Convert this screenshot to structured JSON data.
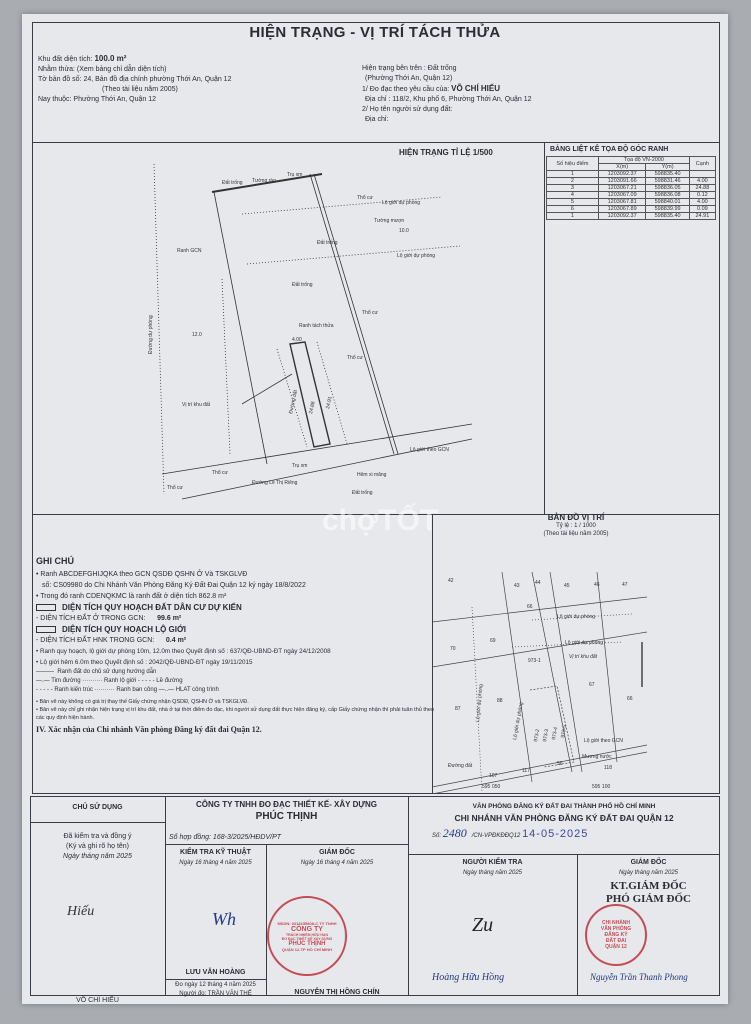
{
  "header": {
    "title": "HIỆN TRẠNG - VỊ TRÍ TÁCH THỬA",
    "left": [
      "Khu đất diện tích: ",
      "100.0 m²",
      "Nhằm thửa: (Xem bảng chỉ dẫn diện tích)",
      "Tờ bản đồ số: 24, Bản đồ địa chính phường Thới An, Quận 12",
      "(Theo tài liệu năm 2005)",
      "Nay thuộc: Phường Thới An, Quận 12"
    ],
    "right": [
      "Hiện trạng bên trên : Đất trống",
      "(Phường Thới An, Quận 12)",
      "1/ Đo đạc theo yêu cầu của: ",
      "VÕ CHÍ HIẾU",
      "Địa chỉ : 118/2, Khu phố 6, Phường Thới An, Quận 12",
      "2/ Họ tên người sử dụng đất:",
      "Địa chỉ:"
    ]
  },
  "main_map": {
    "title": "HIỆN TRẠNG TỈ LỆ 1/500",
    "labels": [
      "Tường rào",
      "Trụ xm",
      "Đất trống",
      "Thổ cư",
      "Lộ giới dự phòng",
      "Tường mượn",
      "Ranh GCN",
      "Đất trống",
      "Lộ giới dự phòng",
      "Đất trống",
      "Ranh tách thửa",
      "12.0",
      "10.0",
      "Vị trí khu đất",
      "Lộ giới theo GCN",
      "Hẻm xi măng",
      "Đường Lê Thị Riêng",
      "Đường dự phòng",
      "Trụ xm",
      "4.00",
      "24.88",
      "24.91",
      "Đường đất",
      "Đất trống",
      "Thổ cư"
    ]
  },
  "coord_table": {
    "title": "BẢNG LIỆT KÊ TỌA ĐỘ GÓC RANH",
    "headers": {
      "point": "Số hiệu điểm",
      "system": "Tọa độ VN-2000",
      "x": "X(m)",
      "y": "Y(m)",
      "edge": "Cạnh"
    },
    "rows": [
      [
        "1",
        "1203092.37",
        "598835.40",
        ""
      ],
      [
        "2",
        "1203091.66",
        "598831.46",
        "4.00"
      ],
      [
        "3",
        "1203067.21",
        "598836.05",
        "24.88"
      ],
      [
        "4",
        "1203067.09",
        "598836.08",
        "0.12"
      ],
      [
        "5",
        "1203067.81",
        "598840.01",
        "4.00"
      ],
      [
        "6",
        "1203067.89",
        "598839.99",
        "0.09"
      ],
      [
        "1",
        "1203092.37",
        "598835.40",
        "24.91"
      ]
    ]
  },
  "notes": {
    "heading": "GHI CHÚ",
    "line1": "• Ranh ABCDEFGHIJQKA theo GCN QSDĐ QSHN Ở Và TSKGLVĐ",
    "line2": "số: CS09980 do Chi Nhánh Văn Phòng Đăng Ký Đất Đai Quận 12 ký ngày 18/8/2022",
    "line3": "• Trong đó ranh CDENQKMC là ranh đất ở diện tích 862.8 m²",
    "legend1": "DIỆN TÍCH QUY HOẠCH ĐẤT DÂN CƯ DỰ KIẾN",
    "area1_label": "- DIỆN TÍCH ĐẤT Ở TRONG GCN:",
    "area1_value": "99.6 m²",
    "legend2": "DIỆN TÍCH QUY HOẠCH LỘ GIỚI",
    "area2_label": "- DIỆN TÍCH ĐẤT HNK TRONG GCN:",
    "area2_value": "0.4 m²",
    "line4": "• Ranh quy hoạch, lộ giới dự phòng 10m, 12.0m theo Quyết định số : 637/QĐ-UBND-ĐT ngày 24/12/2008",
    "line5": "• Lộ giới hẻm 6.0m theo Quyết định số : 2042/QĐ-UBND-ĐT ngày 19/11/2015",
    "leg_a": "Ranh đất do chủ sử dụng hướng dẫn",
    "leg_b": "Tim đường",
    "leg_c": "Ranh lộ giới",
    "leg_d": "Lề đường",
    "leg_e": "Ranh kiến trúc",
    "leg_f": "Ranh ban công",
    "leg_g": "HLAT công trình",
    "line6": "• Bản vẽ này không có giá trị thay thế Giấy chứng nhận QSDĐ, QSHN Ở và TSKGLVĐ.",
    "line7": "• Bản vẽ này chỉ ghi nhận hiện trạng vị trí khu đất, nhà ở tại thời điểm đo đạc, khi người sử dụng đất thực hiện đăng ký, cấp Giấy chứng nhận thì phải tuân thủ theo các quy định hiện hành.",
    "section4": "IV. Xác nhận của Chi nhánh Văn phòng Đăng ký đất đai Quận 12."
  },
  "location_map": {
    "title": "BẢN ĐỒ VỊ TRÍ",
    "scale": "Tỷ lệ : 1 / 1000",
    "source": "(Theo tài liệu năm 2005)",
    "parcels": [
      "42",
      "43",
      "44",
      "45",
      "46",
      "47",
      "66",
      "70",
      "69",
      "973-1",
      "67",
      "66",
      "87",
      "88",
      "117",
      "118",
      "107",
      "56",
      "973-2",
      "973-3",
      "973-4",
      "973-5"
    ],
    "labels": [
      "Lộ giới dự phòng",
      "Lộ giới dự phòng",
      "Vị trí khu đất",
      "Lộ giới theo GCN",
      "Mương nước",
      "Đường đất",
      "Lộ giới dự phòng",
      "Lộ giới dự phòng"
    ],
    "grid": [
      "1201",
      "700",
      "1201",
      "650",
      "595",
      "050",
      "595",
      "100"
    ]
  },
  "owner": {
    "title": "CHỦ SỬ DỤNG",
    "line1": "Đã kiểm tra và đồng ý",
    "line2": "(Ký và ghi rõ họ tên)",
    "date": "Ngày      tháng      năm 2025",
    "signature": "Hiếu",
    "name": "VÕ CHÍ HIẾU"
  },
  "company": {
    "name1": "CÔNG TY TNHH ĐO ĐẠC THIẾT KẾ- XÂY DỰNG",
    "name2": "PHÚC THỊNH",
    "contract": "Số hợp đồng: 168-3/2025/HĐDV/PT",
    "tech_title": "KIỂM TRA KỸ THUẬT",
    "tech_date": "Ngày  16  tháng  4  năm 2025",
    "tech_name": "LƯU VĂN HOÀNG",
    "dir_title": "GIÁM ĐỐC",
    "dir_date": "Ngày 16  tháng  4  năm 2025",
    "dir_name": "NGUYỄN THỊ HỒNG CHÍN",
    "survey_date": "Đo ngày 12  tháng 4  năm 2025",
    "surveyor": "Người đo: TRẦN VĂN THẾ",
    "stamp": [
      "MSDN: 0313155808-C.TY TNHH",
      "CÔNG TY",
      "TRÁCH NHIỆM HỮU HẠN",
      "ĐO ĐẠC THIẾT KẾ XÂY DỰNG",
      "PHÚC THỊNH",
      "QUẬN 12-TP HỒ CHÍ MINH"
    ]
  },
  "office": {
    "name1": "VĂN PHÒNG ĐĂNG KÝ ĐẤT ĐAI THÀNH PHỐ HỒ CHÍ MINH",
    "name2": "CHI NHÁNH VĂN PHÒNG ĐĂNG KÝ ĐẤT ĐAI QUẬN 12",
    "no_label": "Số:",
    "no_value": "2480",
    "code": "/CN-VPĐKĐĐQ12",
    "date": "14-05-2025",
    "checker_title": "NGƯỜI KIỂM TRA",
    "checker_date": "Ngày      tháng      năm 2025",
    "checker_name": "Hoàng Hữu Hồng",
    "dir_title": "GIÁM ĐỐC",
    "dir_date": "Ngày      tháng      năm 2025",
    "kt": "KT.GIÁM ĐỐC",
    "deputy": "PHÓ GIÁM ĐỐC",
    "dir_name": "Nguyễn Trần Thanh Phong",
    "stamp": [
      "CHI NHÁNH",
      "VĂN PHÒNG",
      "ĐĂNG KÝ",
      "ĐẤT ĐAI",
      "QUẬN 12"
    ]
  },
  "watermark": "chợTỐT"
}
